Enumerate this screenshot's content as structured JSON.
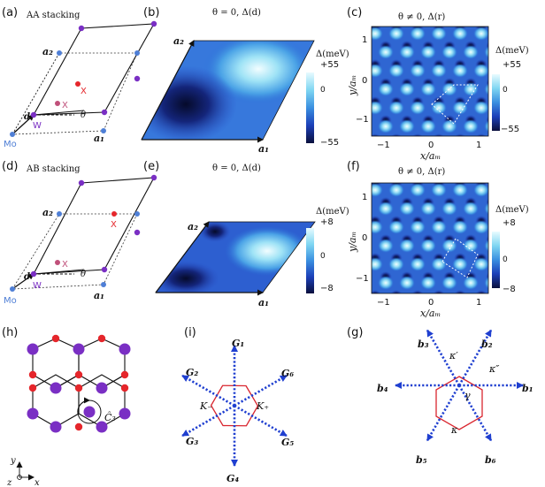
{
  "panels": {
    "a": {
      "letter": "(a)",
      "title": "AA stacking",
      "a2": "a₂",
      "a1": "a₁",
      "x_red": "X",
      "x_pink": "X",
      "d": "d",
      "w": "W",
      "theta": "θ",
      "mo": "Mo"
    },
    "b": {
      "letter": "(b)",
      "title": "θ = 0,  Δ(d)",
      "a2": "a₂",
      "a1": "a₁",
      "cbar_title": "Δ(meV)",
      "cbar_top": "+55",
      "cbar_mid": "0",
      "cbar_bot": "−55",
      "cbar_ticks": [
        "0"
      ]
    },
    "c": {
      "letter": "(c)",
      "title": "θ ≠ 0,  Δ(r)",
      "xlabel": "x/aₘ",
      "ylabel": "y/aₘ",
      "xticks": [
        "−1",
        "0",
        "1"
      ],
      "yticks": [
        "1",
        "0",
        "−1"
      ],
      "cbar_title": "Δ(meV)",
      "cbar_top": "+55",
      "cbar_mid": "0",
      "cbar_bot": "−55"
    },
    "d": {
      "letter": "(d)",
      "title": "AB stacking",
      "a2": "a₂",
      "a1": "a₁",
      "x_red": "X",
      "x_pink": "X",
      "d": "d",
      "w": "W",
      "theta": "θ",
      "mo": "Mo"
    },
    "e": {
      "letter": "(e)",
      "title": "θ = 0,  Δ(d)",
      "a2": "a₂",
      "a1": "a₁",
      "cbar_title": "Δ(meV)",
      "cbar_top": "+8",
      "cbar_mid": "0",
      "cbar_bot": "−8"
    },
    "f": {
      "letter": "(f)",
      "title": "θ ≠ 0,  Δ(r)",
      "xlabel": "x/aₘ",
      "ylabel": "y/aₘ",
      "xticks": [
        "−1",
        "0",
        "1"
      ],
      "yticks": [
        "1",
        "0",
        "−1"
      ],
      "cbar_title": "Δ(meV)",
      "cbar_top": "+8",
      "cbar_mid": "0",
      "cbar_bot": "−8"
    },
    "h": {
      "letter": "(h)",
      "c3": "Ĉ₃",
      "x": "x",
      "y": "y",
      "z": "z"
    },
    "i": {
      "letter": "(i)",
      "G1": "G₁",
      "G2": "G₂",
      "G3": "G₃",
      "G4": "G₄",
      "G5": "G₅",
      "G6": "G₆",
      "Km": "K₋",
      "Kp": "K₊"
    },
    "g": {
      "letter": "(g)",
      "b1": "b₁",
      "b2": "b₂",
      "b3": "b₃",
      "b4": "b₄",
      "b5": "b₅",
      "b6": "b₆",
      "Kp": "κ′",
      "Kpp": "κ″",
      "K": "κ",
      "gamma": "γ"
    }
  },
  "colors": {
    "purple": "#7a2fc4",
    "red": "#e5262b",
    "blue_atom": "#4f7fd6",
    "pink": "#c0507a",
    "hex_red": "#d9262f",
    "arrow_blue": "#1f3fd0"
  }
}
